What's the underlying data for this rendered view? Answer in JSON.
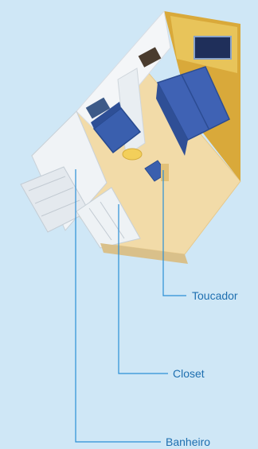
{
  "callouts": {
    "toucador": "Toucador",
    "closet": "Closet",
    "banheiro": "Banheiro"
  },
  "colors": {
    "background": "#cfe7f6",
    "leader_line": "#2a8fd6",
    "label_text": "#1e6fb0",
    "floor": "#f2dba8",
    "wall_white": "#f4f6f8",
    "wall_gold": "#d9a93a",
    "furniture_blue": "#3a5fae"
  }
}
